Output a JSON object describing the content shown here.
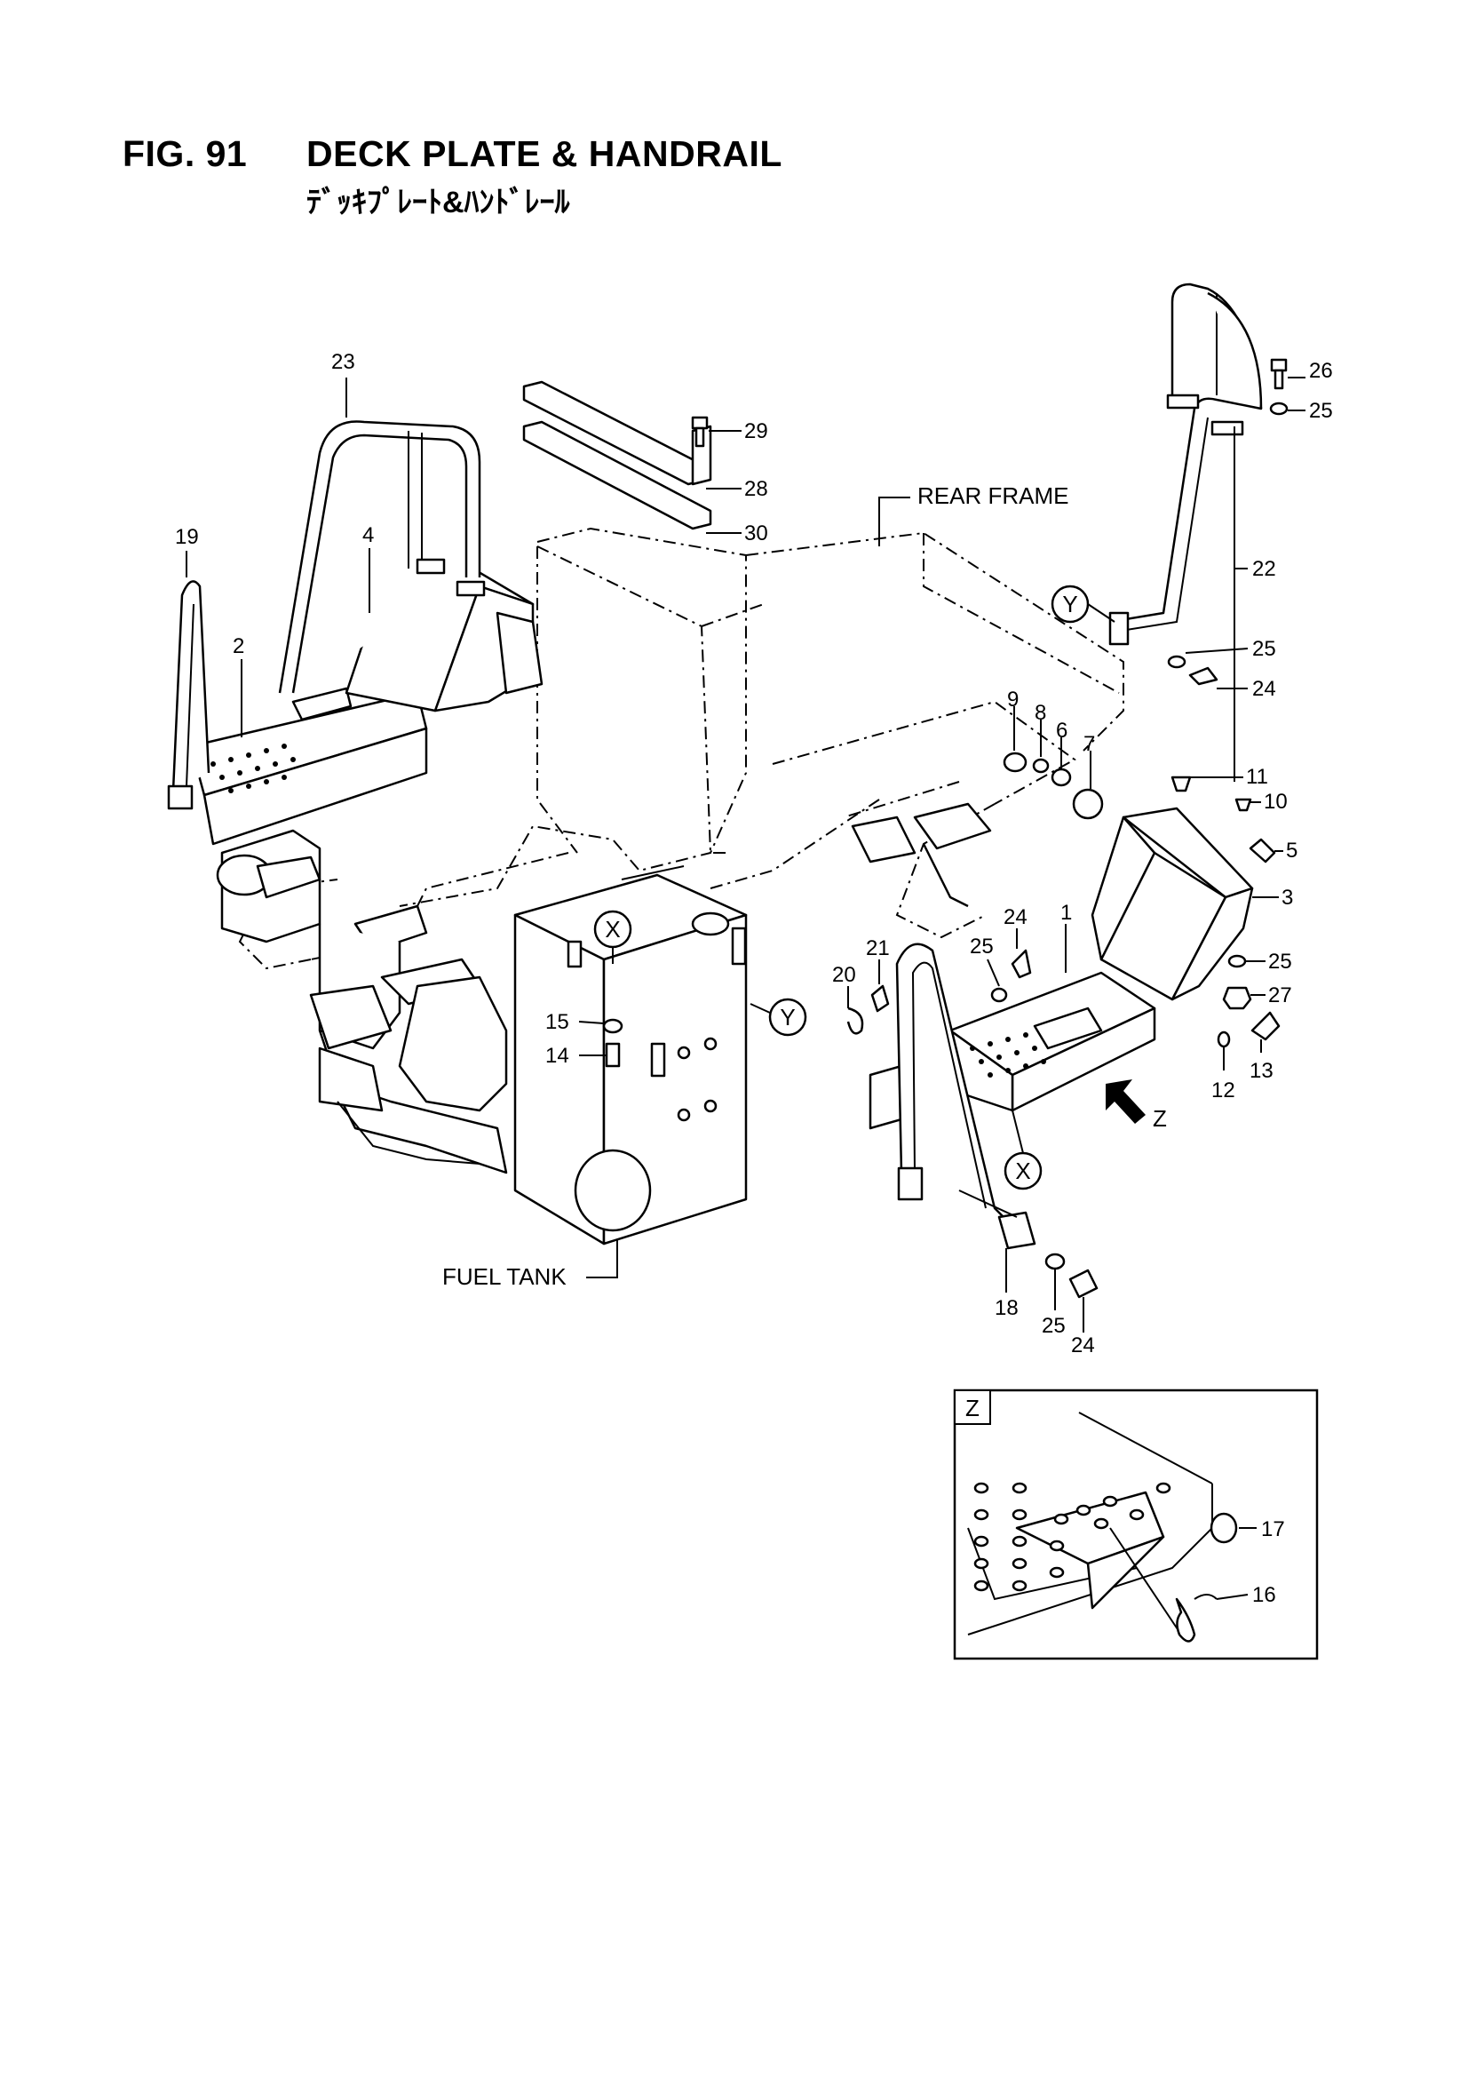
{
  "figure": {
    "number": "FIG. 91",
    "title": "DECK PLATE & HANDRAIL",
    "subtitle": "ﾃﾞｯｷﾌﾟﾚｰﾄ&ﾊﾝﾄﾞﾚｰﾙ"
  },
  "labels": {
    "rear_frame": "REAR FRAME",
    "fuel_tank": "FUEL TANK",
    "view_z_arrow": "Z",
    "detail_z": "Z",
    "ref_x": "X",
    "ref_y": "Y"
  },
  "callouts": {
    "c1": "1",
    "c2": "2",
    "c3": "3",
    "c4": "4",
    "c5": "5",
    "c6": "6",
    "c7": "7",
    "c8": "8",
    "c9": "9",
    "c10": "10",
    "c11": "11",
    "c12": "12",
    "c13": "13",
    "c14": "14",
    "c15": "15",
    "c16": "16",
    "c17": "17",
    "c18": "18",
    "c19": "19",
    "c20": "20",
    "c21": "21",
    "c22": "22",
    "c23": "23",
    "c24a": "24",
    "c24b": "24",
    "c24c": "24",
    "c25a": "25",
    "c25b": "25",
    "c25c": "25",
    "c25d": "25",
    "c25e": "25",
    "c26": "26",
    "c27": "27",
    "c28": "28",
    "c29": "29",
    "c30": "30"
  }
}
